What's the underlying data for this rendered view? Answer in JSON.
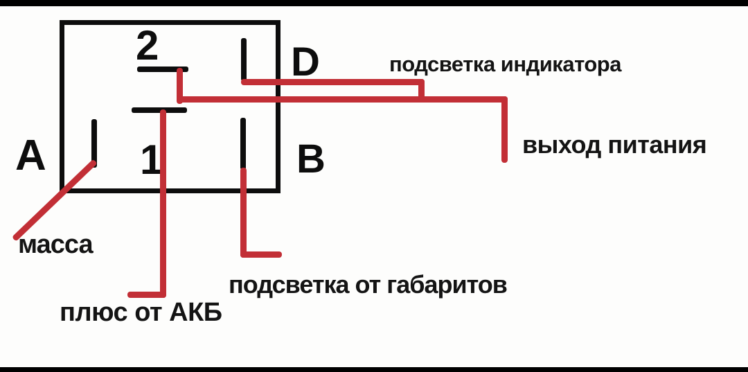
{
  "diagram": {
    "type": "connector-pinout-wiring",
    "colors": {
      "wire": "#c22f36",
      "outline": "#0d0d0d",
      "text": "#141414",
      "background": "#fdfdfc",
      "letterbox": "#000000"
    },
    "connector": {
      "pin_labels": {
        "two": "2",
        "one": "1",
        "a": "A",
        "b": "B",
        "d": "D"
      }
    },
    "wires": [
      {
        "id": "indicator-backlight",
        "from_pin": "D",
        "label": "подсветка индикатора"
      },
      {
        "id": "power-output",
        "from_pin": "2",
        "label": "выход питания"
      },
      {
        "id": "ground",
        "from_pin": "A",
        "label": "масса"
      },
      {
        "id": "battery-plus",
        "from_pin": "1",
        "label": "плюс от АКБ"
      },
      {
        "id": "parking-lights-backlight",
        "from_pin": "B",
        "label": "подсветка от габаритов"
      }
    ]
  }
}
